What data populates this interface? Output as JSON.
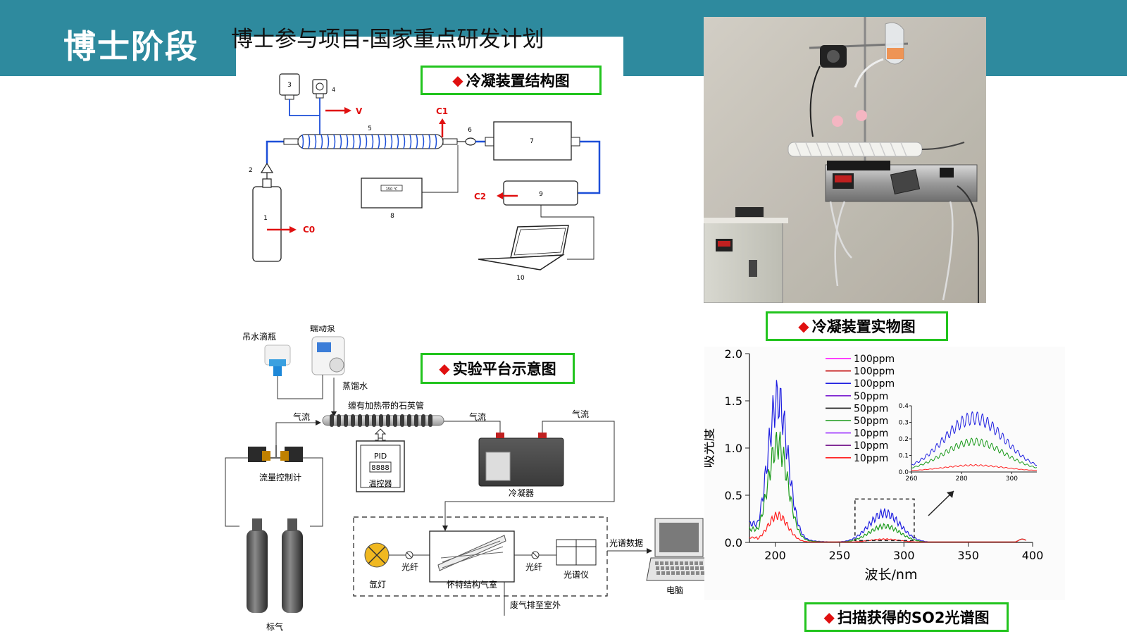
{
  "header": {
    "title": "博士阶段",
    "subtitle": "博士参与项目-国家重点研发计划"
  },
  "captions": {
    "structure": "冷凝装置结构图",
    "photo": "冷凝装置实物图",
    "platform": "实验平台示意图",
    "spectrum": "扫描获得的SO2光谱图"
  },
  "structure_diagram": {
    "labels": {
      "n1": "1",
      "n2": "2",
      "n3": "3",
      "n4": "4",
      "n5": "5",
      "n6": "6",
      "n7": "7",
      "n8": "8",
      "n9": "9",
      "n10": "10",
      "v": "V",
      "c0": "C0",
      "c1": "C1",
      "c2": "C2",
      "temp": "150 ℃"
    }
  },
  "platform_diagram": {
    "labels": {
      "drip_bottle": "吊水滴瓶",
      "pump": "蠕动泵",
      "distilled_water": "蒸馏水",
      "quartz_tube": "缠有加热带的石英管",
      "airflow1": "气流",
      "airflow2": "气流",
      "airflow3": "气流",
      "pid": "PID",
      "pid_display": "8888",
      "temp_controller": "温控器",
      "condenser": "冷凝器",
      "flow_controller": "流量控制计",
      "xenon_lamp": "氙灯",
      "fiber1": "光纤",
      "fiber2": "光纤",
      "white_cell": "怀特结构气室",
      "spectrometer": "光谱仪",
      "spectral_data": "光谱数据",
      "computer": "电脑",
      "exhaust": "废气排至室外",
      "cylinder": "标气"
    }
  },
  "chart_data": {
    "type": "line",
    "xlabel": "波长/nm",
    "ylabel": "吸光度",
    "xlim": [
      180,
      400
    ],
    "ylim": [
      0,
      2.0
    ],
    "xticks": [
      "200",
      "250",
      "300",
      "350",
      "400"
    ],
    "yticks": [
      "0.0",
      "0.5",
      "1.0",
      "1.5",
      "2.0"
    ],
    "legend": [
      "100ppm",
      "100ppm",
      "100ppm",
      "50ppm",
      "50ppm",
      "50ppm",
      "10ppm",
      "10ppm",
      "10ppm"
    ],
    "legend_colors": [
      "#ff00ff",
      "#c00000",
      "#1f1fe0",
      "#7b1fd0",
      "#1a1a1a",
      "#1a9a1a",
      "#9b30ff",
      "#7a2090",
      "#ff2020"
    ],
    "legend_placement": "top-center",
    "series": [
      {
        "name": "100ppm",
        "color": "#1f1fe0",
        "peak1": 1.75,
        "peak2": 0.36
      },
      {
        "name": "50ppm",
        "color": "#1a9a1a",
        "peak1": 1.2,
        "peak2": 0.2
      },
      {
        "name": "10ppm",
        "color": "#ff2020",
        "peak1": 0.33,
        "peak2": 0.04
      }
    ],
    "inset": {
      "xlim": [
        260,
        310
      ],
      "ylim": [
        0,
        0.4
      ],
      "xticks": [
        "260",
        "280",
        "300"
      ],
      "yticks": [
        "0.0",
        "0.1",
        "0.2",
        "0.3",
        "0.4"
      ],
      "series": [
        {
          "name": "100ppm",
          "color": "#1f1fe0",
          "peak": 0.36
        },
        {
          "name": "50ppm",
          "color": "#1a9a1a",
          "peak": 0.2
        },
        {
          "name": "10ppm",
          "color": "#ff2020",
          "peak": 0.04
        }
      ]
    }
  },
  "colors": {
    "header": "#2e8a9e",
    "caption_border": "#22c41e",
    "diamond": "#e01010",
    "arrow_red": "#e01010",
    "pipe_blue": "#1d4fd8"
  }
}
